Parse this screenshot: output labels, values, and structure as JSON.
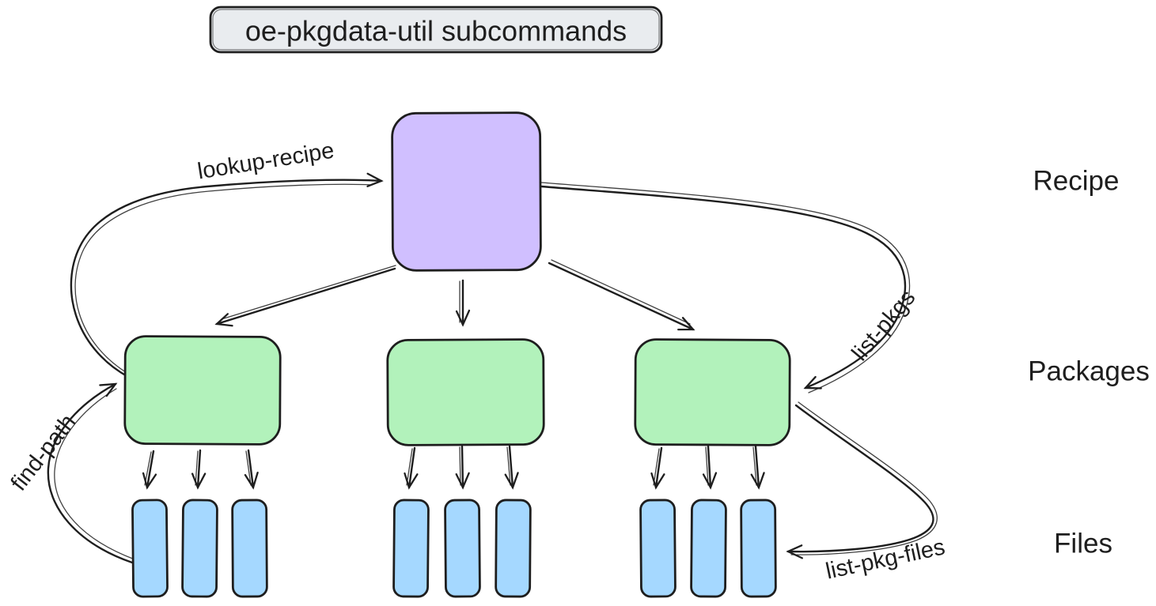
{
  "title": {
    "text": "oe-pkgdata-util subcommands"
  },
  "labels": {
    "recipe": "Recipe",
    "packages": "Packages",
    "files": "Files"
  },
  "edges": {
    "lookup_recipe": "lookup-recipe",
    "list_pkgs": "list-pkgs",
    "find_path": "find-path",
    "list_pkg_files": "list-pkg-files"
  },
  "colors": {
    "recipe_fill": "#d0bfff",
    "packages_fill": "#b2f2bb",
    "files_fill": "#a5d8ff",
    "title_fill": "#e9ecef",
    "stroke": "#1e1e1e"
  }
}
